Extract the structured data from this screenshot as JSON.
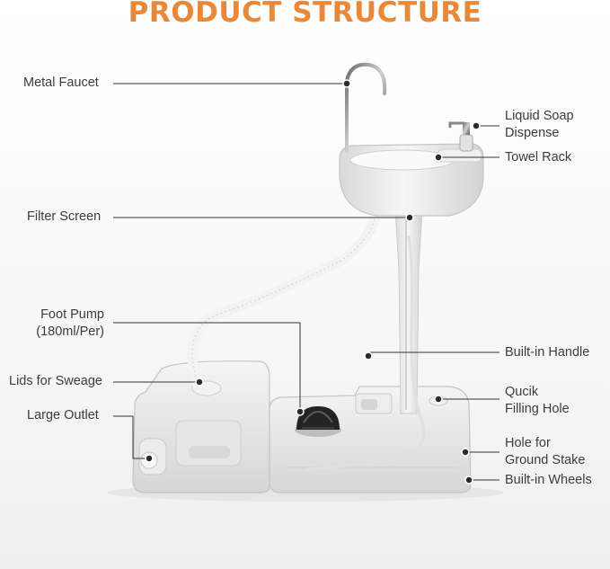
{
  "title": "PRODUCT STRUCTURE",
  "colors": {
    "title": "#e8893a",
    "leader": "#333333",
    "plastic": "#e9e9e9",
    "shadow": "#cfcfcf",
    "dome": "#1e1e1e"
  },
  "labels": {
    "metal_faucet": "Metal Faucet",
    "liquid_soap_1": "Liquid Soap",
    "liquid_soap_2": "Dispense",
    "towel_rack": "Towel Rack",
    "filter_screen": "Filter Screen",
    "foot_pump_1": "Foot Pump",
    "foot_pump_2": "(180ml/Per)",
    "built_in_handle": "Built-in Handle",
    "lids_for_sweage": "Lids for Sweage",
    "qucik_filling_1": "Qucik",
    "qucik_filling_2": "Filling Hole",
    "large_outlet": "Large Outlet",
    "hole_stake_1": "Hole for",
    "hole_stake_2": "Ground Stake",
    "built_in_wheels": "Built-in Wheels"
  }
}
